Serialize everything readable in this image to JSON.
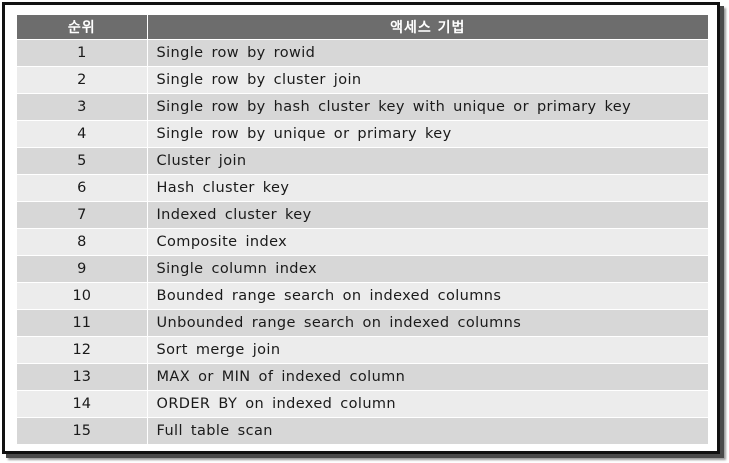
{
  "table": {
    "headers": {
      "rank": "순위",
      "method": "액세스 기법"
    },
    "rows": [
      {
        "rank": "1",
        "method": "Single row by rowid"
      },
      {
        "rank": "2",
        "method": "Single row by cluster join"
      },
      {
        "rank": "3",
        "method": "Single row by hash cluster key with unique or primary key"
      },
      {
        "rank": "4",
        "method": "Single row by unique or primary key"
      },
      {
        "rank": "5",
        "method": "Cluster join"
      },
      {
        "rank": "6",
        "method": "Hash cluster key"
      },
      {
        "rank": "7",
        "method": "Indexed cluster key"
      },
      {
        "rank": "8",
        "method": "Composite index"
      },
      {
        "rank": "9",
        "method": "Single column index"
      },
      {
        "rank": "10",
        "method": "Bounded range search on indexed columns"
      },
      {
        "rank": "11",
        "method": "Unbounded range search on indexed columns"
      },
      {
        "rank": "12",
        "method": "Sort merge join"
      },
      {
        "rank": "13",
        "method": "MAX or MIN of indexed column"
      },
      {
        "rank": "14",
        "method": "ORDER BY on indexed column"
      },
      {
        "rank": "15",
        "method": "Full table scan"
      }
    ]
  },
  "colors": {
    "header_bg": "#6d6d6d",
    "row_odd_bg": "#d7d7d7",
    "row_even_bg": "#ececec",
    "frame_border": "#111111"
  }
}
